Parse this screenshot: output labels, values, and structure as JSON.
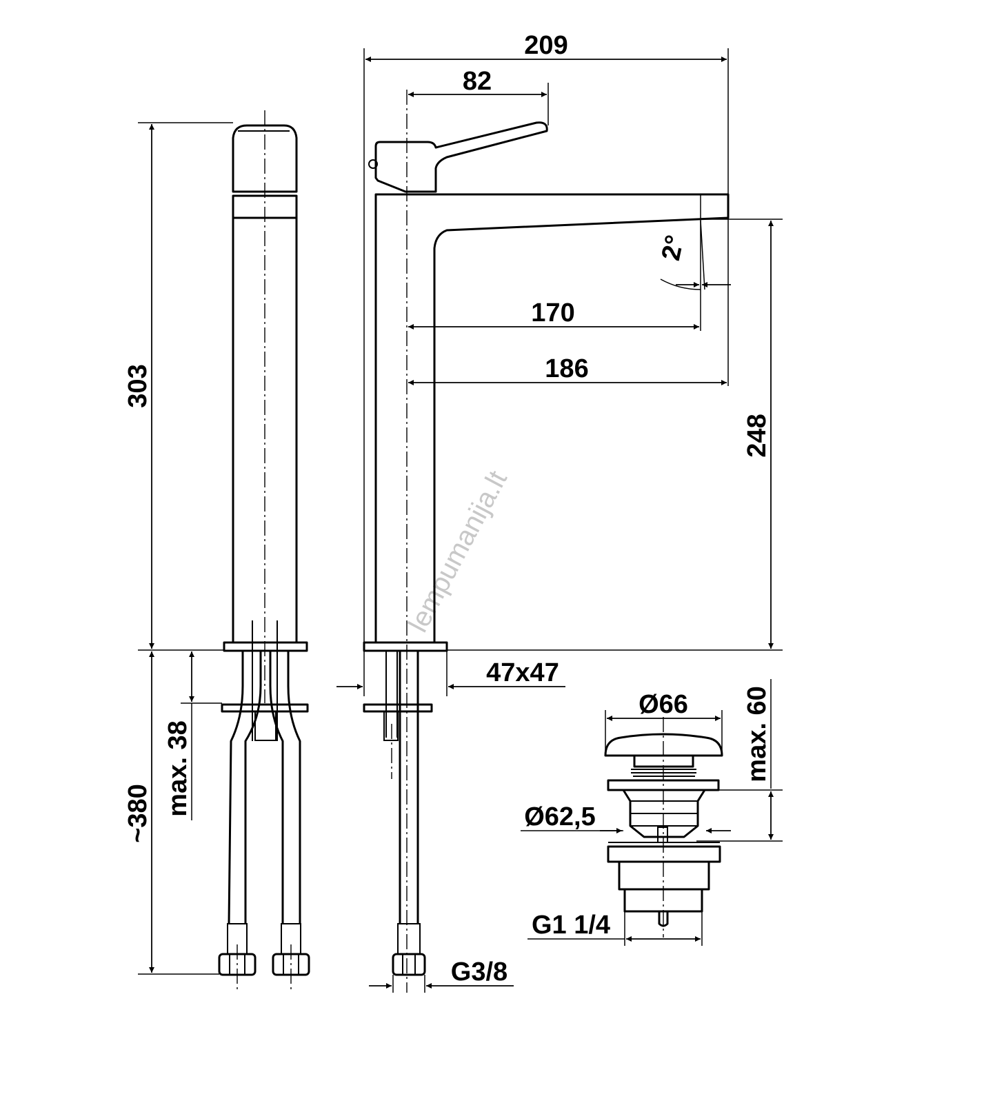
{
  "dimensions": {
    "overall_width": "209",
    "handle_reach": "82",
    "spout_reach_170": "170",
    "spout_reach_186": "186",
    "total_height": "303",
    "spout_height": "248",
    "spout_angle": "2°",
    "base_size": "47x47",
    "max_deck_thickness": "max. 38",
    "hose_length": "~380",
    "hose_thread": "G3/8",
    "waste_top_diameter": "Ø66",
    "waste_body_diameter": "Ø62,5",
    "waste_max_height": "max. 60",
    "waste_thread": "G1 1/4"
  },
  "watermark": "lempumanija.lt"
}
